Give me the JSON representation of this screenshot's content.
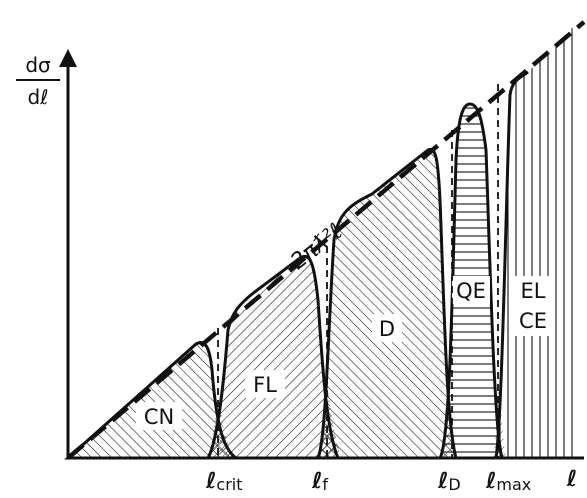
{
  "y_axis": {
    "numerator": "dσ",
    "denominator": "dℓ"
  },
  "x_axis": {
    "label": "ℓ"
  },
  "envelope_label": "2πƛ²ℓ",
  "regions": [
    {
      "id": "cn",
      "label": "CN"
    },
    {
      "id": "fl",
      "label": "FL"
    },
    {
      "id": "d",
      "label": "D"
    },
    {
      "id": "qe",
      "label": "QE"
    },
    {
      "id": "el",
      "label": "EL"
    },
    {
      "id": "ce",
      "label": "CE"
    }
  ],
  "ticks": [
    {
      "id": "crit",
      "base": "ℓ",
      "sub": "crit"
    },
    {
      "id": "f",
      "base": "ℓ",
      "sub": "f"
    },
    {
      "id": "d",
      "base": "ℓ",
      "sub": "D"
    },
    {
      "id": "max",
      "base": "ℓ",
      "sub": "max"
    }
  ],
  "colors": {
    "ink": "#111111",
    "background": "#ffffff"
  }
}
